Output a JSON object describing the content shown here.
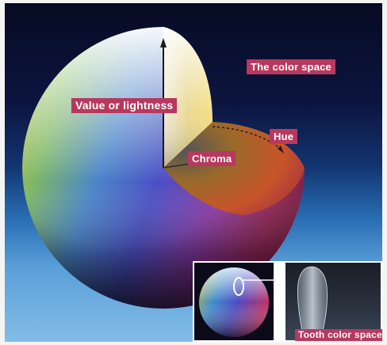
{
  "labels": {
    "value_or_lightness": "Value or lightness",
    "color_space": "The color space",
    "hue": "Hue",
    "chroma": "Chroma",
    "tooth_color_space": "Tooth color space"
  },
  "colors": {
    "label_background": "#b8385e",
    "label_text": "#ffffff",
    "background_top": "#070b22",
    "background_bottom": "#83bde8"
  }
}
